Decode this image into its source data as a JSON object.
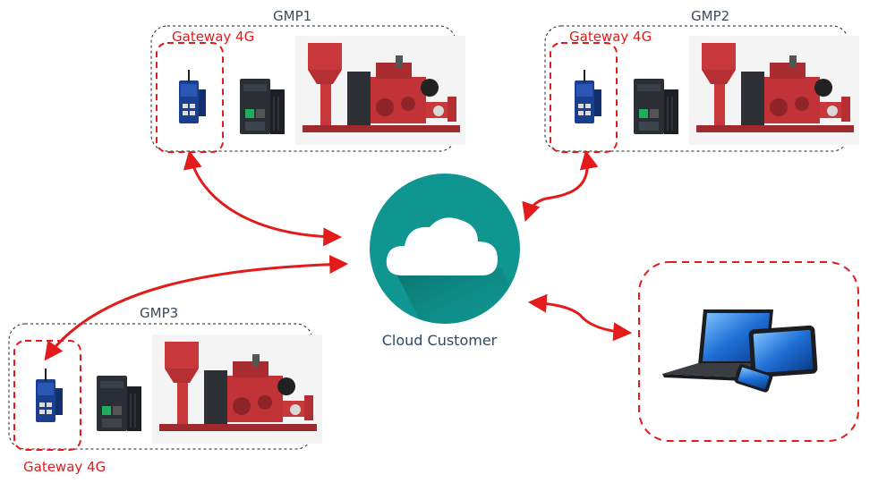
{
  "groups": [
    {
      "label": "GMP1",
      "gateway_label": "Gateway 4G"
    },
    {
      "label": "GMP2",
      "gateway_label": "Gateway 4G"
    },
    {
      "label": "GMP3",
      "gateway_label": "Gateway 4G"
    }
  ],
  "cloud": {
    "label": "Cloud Customer"
  },
  "colors": {
    "arrow": "#e31b1b",
    "cloud_circle": "#0f9691",
    "gateway_box": "#e31b1b",
    "pump": "#c8373a"
  },
  "icons": {
    "cloud": "cloud-icon",
    "gateway": "gateway-device-icon",
    "plc": "plc-controller-icon",
    "pump": "diesel-pump-icon",
    "devices": "laptop-tablet-phone-icon"
  }
}
